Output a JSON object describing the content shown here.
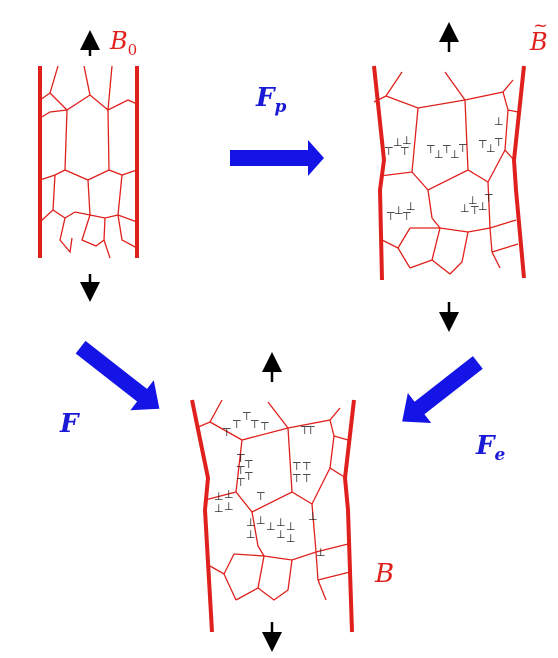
{
  "config_labels": {
    "initial": {
      "main": "B",
      "sub": "0"
    },
    "intermediate": {
      "main": "B",
      "accent": "~"
    },
    "current": {
      "main": "B"
    }
  },
  "map_labels": {
    "plastic": {
      "main": "F",
      "sub": "p"
    },
    "total": {
      "main": "F"
    },
    "elastic": {
      "main": "F",
      "sub": "e"
    }
  },
  "dislocation_symbols": {
    "edge_up": "⊥",
    "edge_down": "⊤"
  },
  "colors": {
    "grain": "#e0201c",
    "arrow_blue": "#1414e6",
    "load_arrow": "#000000"
  }
}
